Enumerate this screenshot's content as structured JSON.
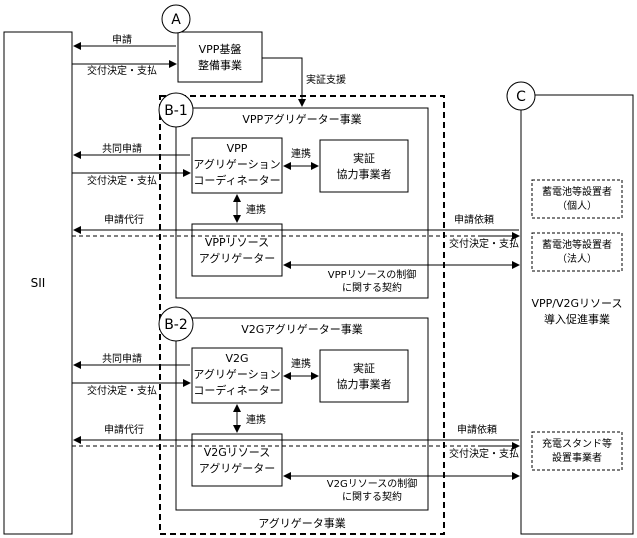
{
  "circles": {
    "a": "A",
    "b1": "B-1",
    "b2": "B-2",
    "c": "C"
  },
  "sii": {
    "label": "SII"
  },
  "vpp_kiban": {
    "line1": "VPP基盤",
    "line2": "整備事業"
  },
  "jissho_shien": "実証支援",
  "b1": {
    "title": "VPPアグリゲーター事業",
    "coordinator": {
      "line1": "VPP",
      "line2": "アグリゲーション",
      "line3": "コーディネーター"
    },
    "partner": {
      "line1": "実証",
      "line2": "協力事業者"
    },
    "renkei_h": "連携",
    "renkei_v": "連携",
    "resource": {
      "line1": "VPPリソース",
      "line2": "アグリゲーター"
    },
    "contract": {
      "line1": "VPPリソースの制御",
      "line2": "に関する契約"
    }
  },
  "b2": {
    "title": "V2Gアグリゲーター事業",
    "coordinator": {
      "line1": "V2G",
      "line2": "アグリゲーション",
      "line3": "コーディネーター"
    },
    "partner": {
      "line1": "実証",
      "line2": "協力事業者"
    },
    "renkei_h": "連携",
    "renkei_v": "連携",
    "resource": {
      "line1": "V2Gリソース",
      "line2": "アグリゲーター"
    },
    "contract": {
      "line1": "V2Gリソースの制御",
      "line2": "に関する契約"
    }
  },
  "aggregator_label": "アグリゲータ事業",
  "c_box": {
    "line1": "VPP/V2Gリソース",
    "line2": "導入促進事業"
  },
  "installers": [
    {
      "line1": "蓄電池等設置者",
      "line2": "（個人）"
    },
    {
      "line1": "蓄電池等設置者",
      "line2": "（法人）"
    },
    {
      "line1": "充電スタンド等",
      "line2": "設置事業者"
    }
  ],
  "arrows": {
    "a_shinsei": "申請",
    "a_kofu": "交付決定・支払",
    "b1_kyodo": "共同申請",
    "b1_kofu": "交付決定・支払",
    "b1_daiko": "申請代行",
    "b1_irai": "申請依頼",
    "b1_c_kofu": "交付決定・支払",
    "b2_kyodo": "共同申請",
    "b2_kofu": "交付決定・支払",
    "b2_daiko": "申請代行",
    "b2_irai": "申請依頼",
    "b2_c_kofu": "交付決定・支払"
  }
}
